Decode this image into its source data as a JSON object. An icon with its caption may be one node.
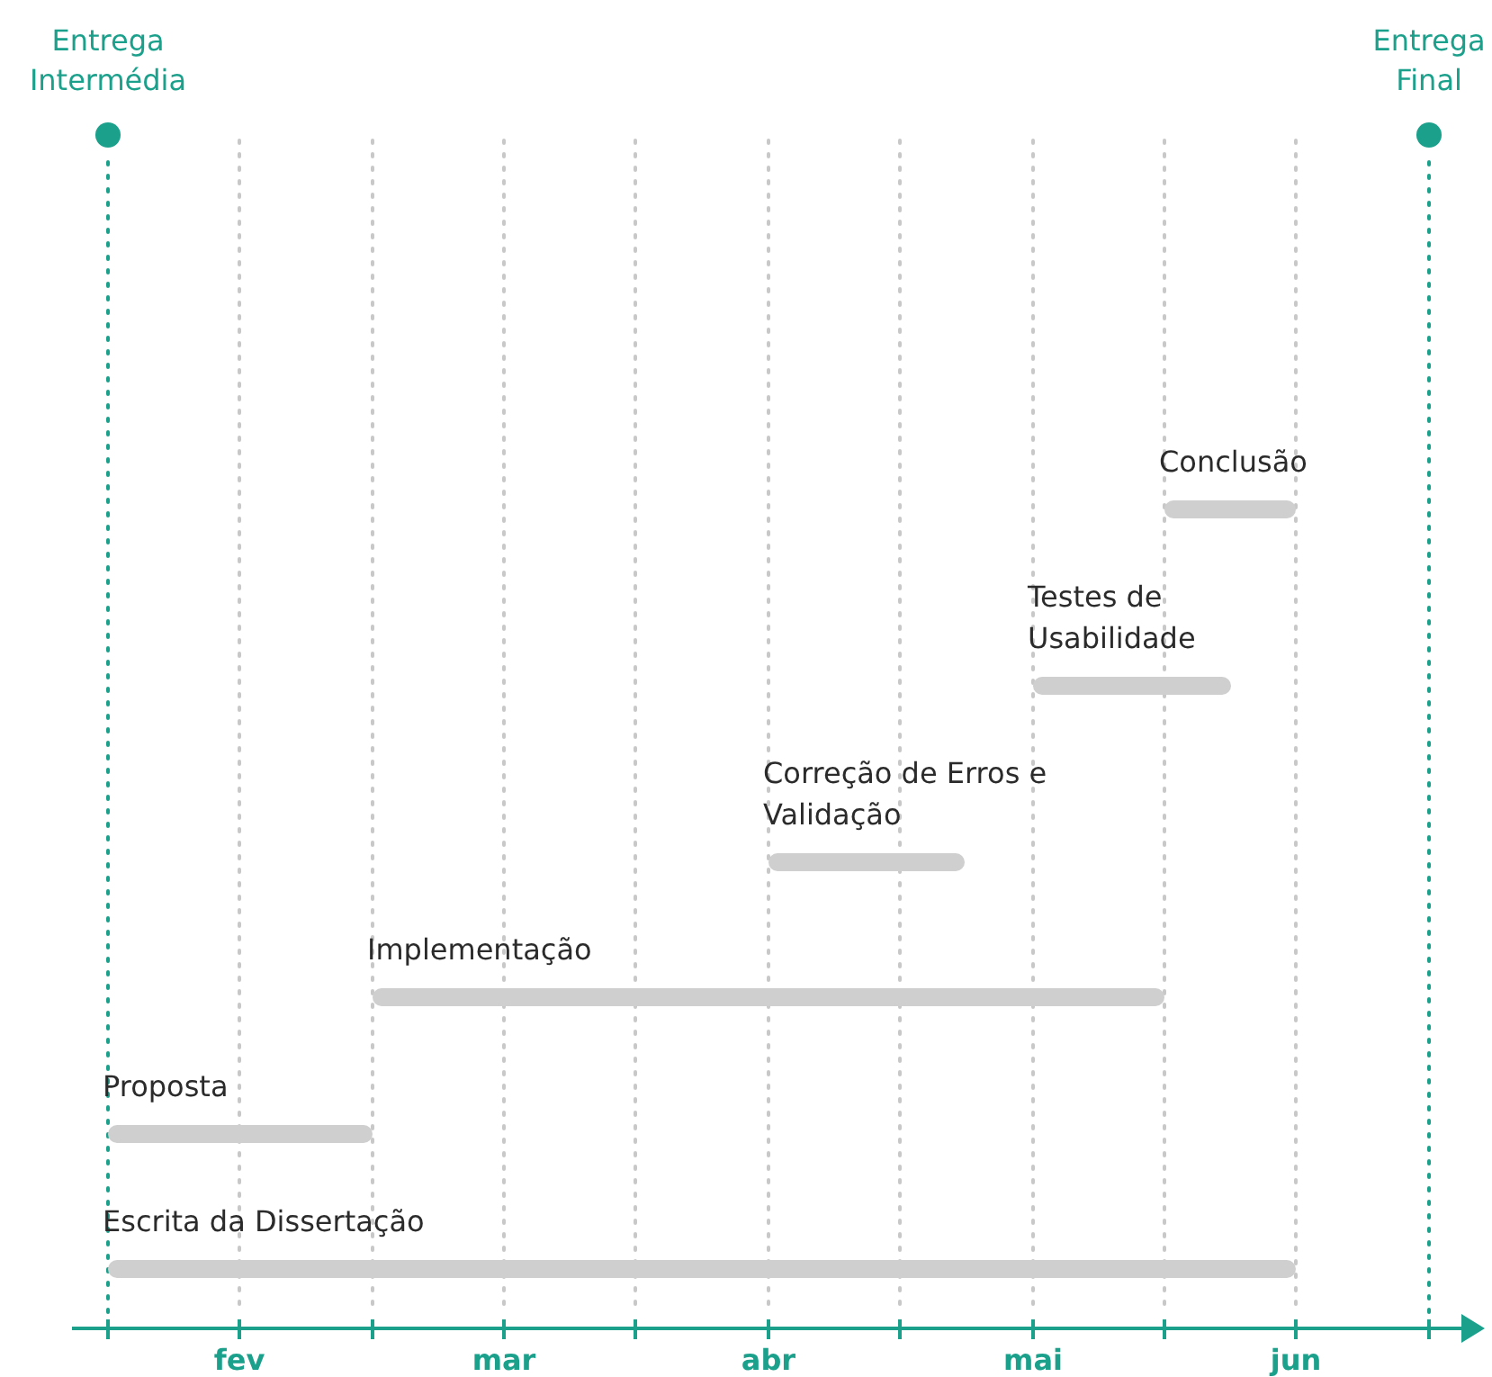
{
  "diagram": {
    "nodes": [
      {
        "text": [
          "Entrega Intermédia"
        ]
      },
      {
        "text": [
          "Entrega Final"
        ]
      },
      {
        "text": [
          "Conclusão"
        ]
      },
      {
        "text": [
          "Testes de Usabilidade"
        ]
      },
      {
        "text": [
          "Correção de Erros e Validação"
        ]
      },
      {
        "text": [
          "Implementação"
        ]
      },
      {
        "text": [
          "Proposta"
        ]
      },
      {
        "text": [
          "Escrita da Dissertação"
        ]
      }
    ],
    "labels": [
      "fev",
      "mar",
      "abr",
      "mai",
      "jun"
    ]
  }
}
